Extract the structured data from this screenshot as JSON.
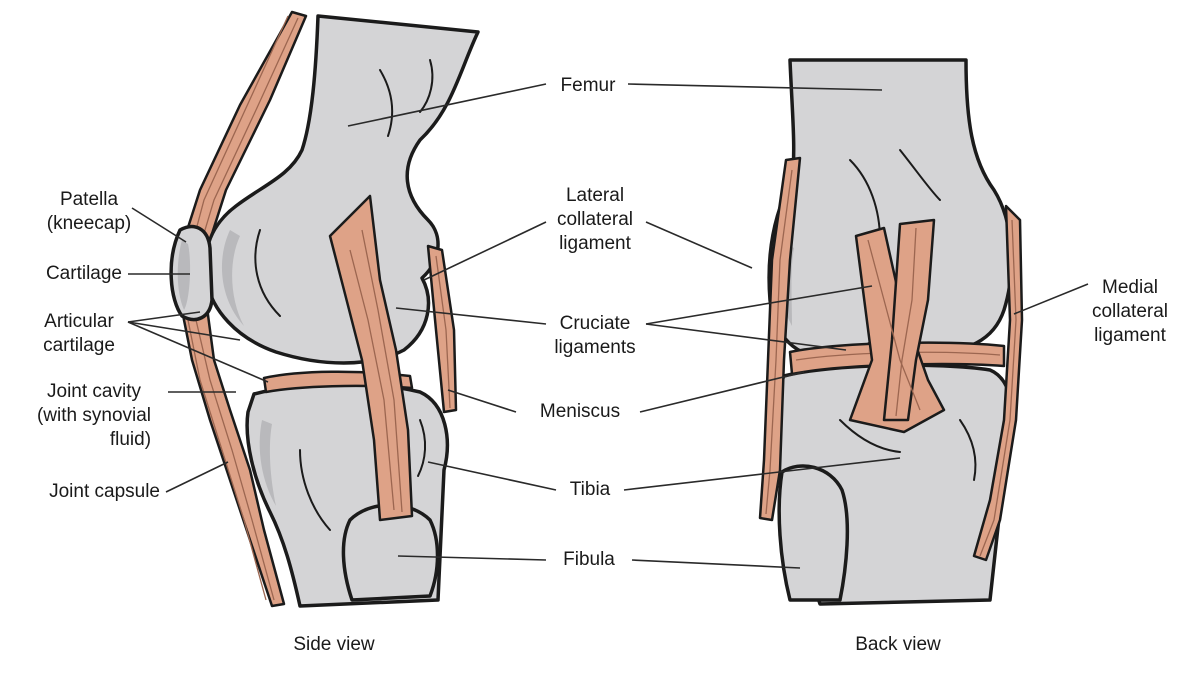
{
  "labels": {
    "femur": "Femur",
    "patella": [
      "Patella",
      "(kneecap)"
    ],
    "cartilage": "Cartilage",
    "articular_cartilage": [
      "Articular",
      "cartilage"
    ],
    "joint_cavity": [
      "Joint cavity",
      "(with synovial",
      "fluid)"
    ],
    "joint_capsule": "Joint capsule",
    "lateral_collateral": [
      "Lateral",
      "collateral",
      "ligament"
    ],
    "cruciate": [
      "Cruciate",
      "ligaments"
    ],
    "meniscus": "Meniscus",
    "tibia": "Tibia",
    "fibula": "Fibula",
    "medial_collateral": [
      "Medial",
      "collateral",
      "ligament"
    ]
  },
  "captions": {
    "side_view": "Side view",
    "back_view": "Back view"
  },
  "colors": {
    "bone": "#d4d4d6",
    "bone_shadow": "#b9b9bc",
    "ligament": "#dea287",
    "ligament_dark": "#c8866a",
    "outline": "#1b1b1b",
    "leader": "#2a2a2a"
  }
}
